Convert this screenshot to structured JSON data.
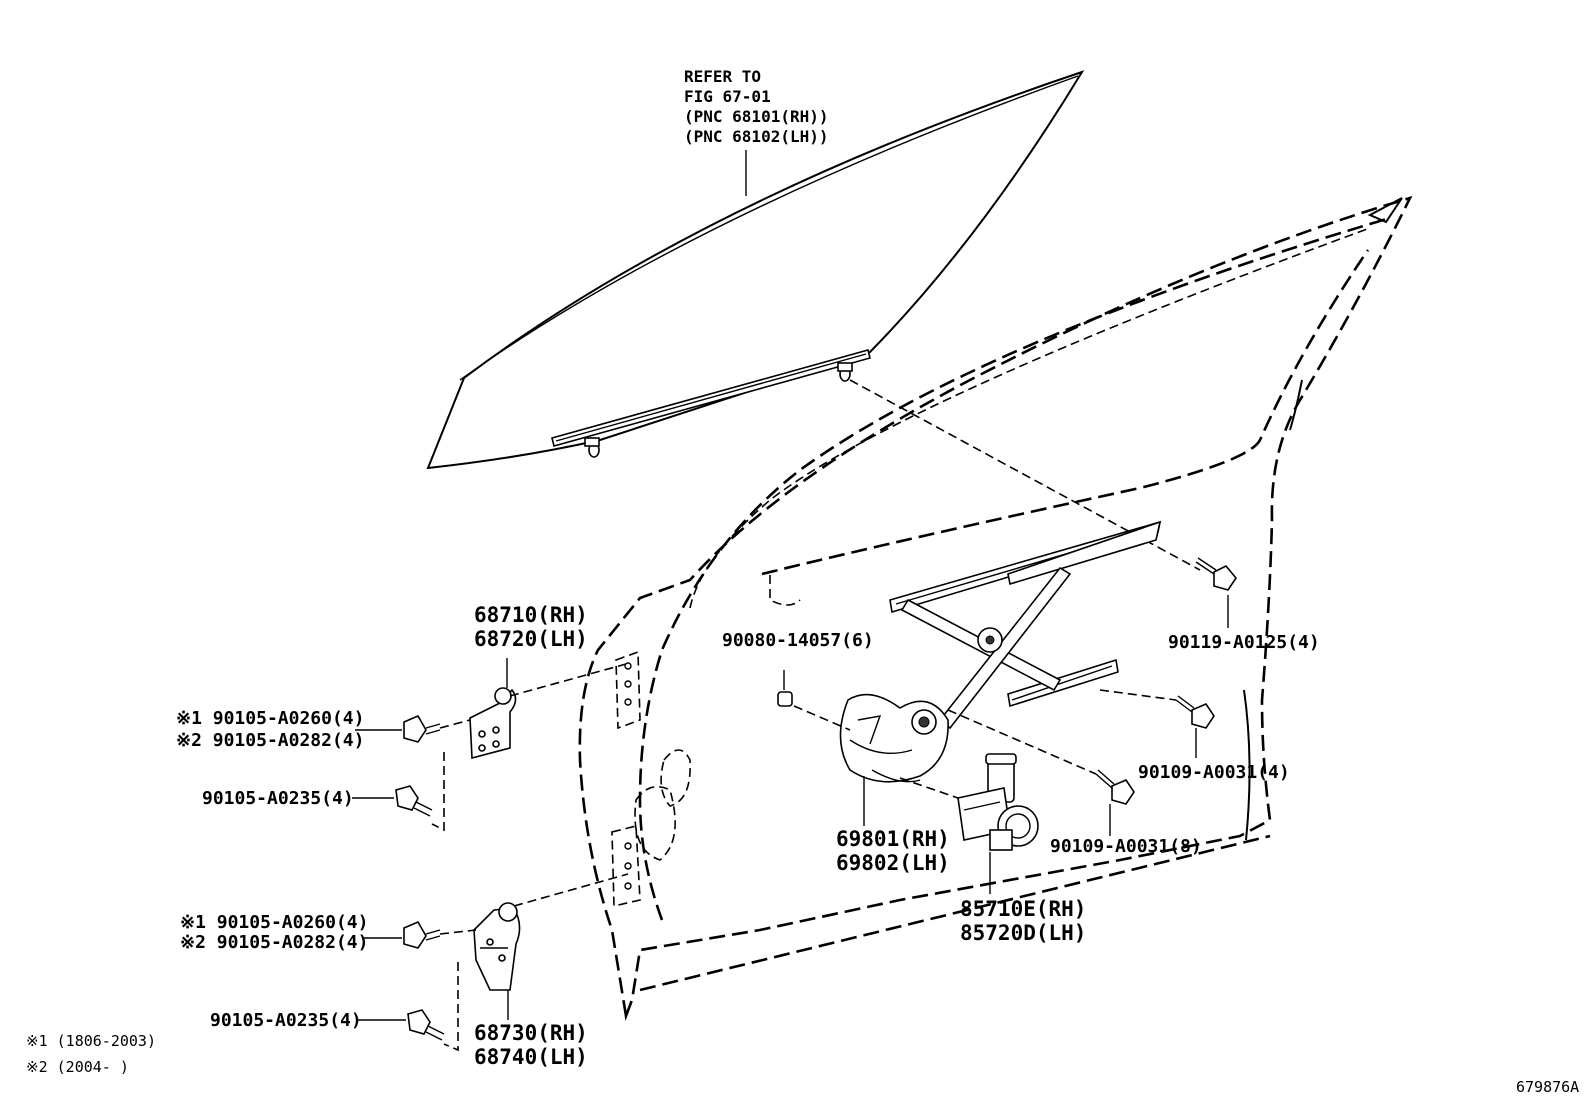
{
  "glass_reference": {
    "line1": "REFER TO",
    "line2": "FIG 67-01",
    "line3": "(PNC 68101(RH))",
    "line4": "(PNC 68102(LH))"
  },
  "labels": {
    "upper_hinge_rh": "68710(RH)",
    "upper_hinge_lh": "68720(LH)",
    "upper_bolt_1": "※1 90105-A0260(4)",
    "upper_bolt_2": "※2 90105-A0282(4)",
    "upper_bolt_3": "90105-A0235(4)",
    "lower_bolt_1": "※1 90105-A0260(4)",
    "lower_bolt_2": "※2 90105-A0282(4)",
    "lower_bolt_3": "90105-A0235(4)",
    "lower_hinge_rh": "68730(RH)",
    "lower_hinge_lh": "68740(LH)",
    "regulator_screw": "90080-14057(6)",
    "regulator_rh": "69801(RH)",
    "regulator_lh": "69802(LH)",
    "motor_rh": "85710E(RH)",
    "motor_lh": "85720D(LH)",
    "glass_bolt": "90119-A0125(4)",
    "regulator_bolt_upper": "90109-A0031(4)",
    "regulator_bolt_lower": "90109-A0031(8)"
  },
  "notes": {
    "note1": "※1 (1806-2003)",
    "note2": "※2 (2004-        )"
  },
  "figure_id": "679876A"
}
